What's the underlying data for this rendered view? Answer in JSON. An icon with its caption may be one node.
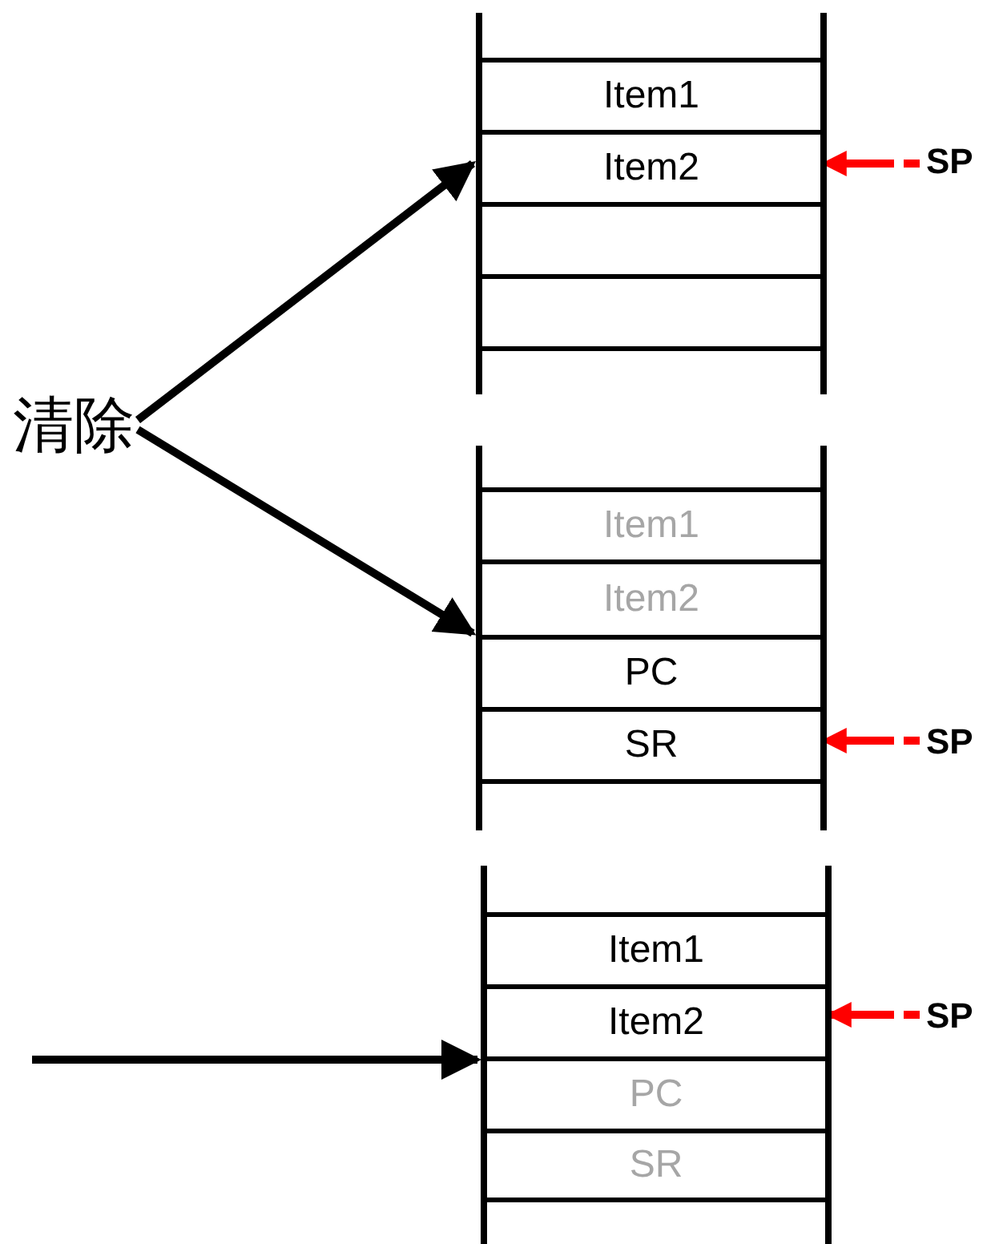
{
  "diagram": {
    "nodes": [
      {
        "text": [
          "清除"
        ]
      },
      {
        "text": [],
        "shape": "box"
      },
      {
        "text": [
          "Item1"
        ],
        "in": 1
      },
      {
        "text": [
          "Item2"
        ],
        "in": 1
      },
      {
        "text": [],
        "shape": "box",
        "in": 1
      },
      {
        "text": [],
        "shape": "box",
        "in": 1
      },
      {
        "text": [
          "SP"
        ]
      },
      {
        "text": [],
        "shape": "box"
      },
      {
        "text": [
          "Item1"
        ],
        "in": 7
      },
      {
        "text": [
          "Item2"
        ],
        "in": 7
      },
      {
        "text": [
          "PC"
        ],
        "in": 7
      },
      {
        "text": [
          "SR"
        ],
        "in": 7
      },
      {
        "text": [
          "SP"
        ]
      },
      {
        "text": [],
        "shape": "box"
      },
      {
        "text": [
          "Item1"
        ],
        "in": 13
      },
      {
        "text": [
          "Item2"
        ],
        "in": 13
      },
      {
        "text": [
          "PC"
        ],
        "in": 13
      },
      {
        "text": [
          "SR"
        ],
        "in": 13
      },
      {
        "text": [
          "SP"
        ]
      }
    ],
    "edges": [
      {
        "from": 0,
        "to": 1,
        "arrow": "to"
      },
      {
        "from": 0,
        "to": 7,
        "arrow": "to"
      },
      {
        "from": null,
        "to": 13,
        "arrow": "to"
      },
      {
        "from": 6,
        "to": 3,
        "arrow": "to",
        "style": "dashed",
        "color": "#ff0000"
      },
      {
        "from": 12,
        "to": 11,
        "arrow": "to",
        "style": "dashed",
        "color": "#ff0000"
      },
      {
        "from": 18,
        "to": 15,
        "arrow": "to",
        "style": "dashed",
        "color": "#ff0000"
      }
    ]
  }
}
